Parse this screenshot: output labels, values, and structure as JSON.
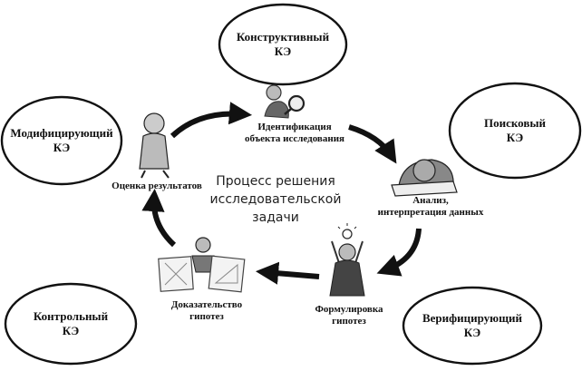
{
  "center_title": "Процесс решения\nисследовательской\nзадачи",
  "roles": {
    "constructive": "Конструктивный\nКЭ",
    "search": "Поисковый\nКЭ",
    "modifying": "Модифицирующий\nКЭ",
    "control": "Контрольный\nКЭ",
    "verifying": "Верифицирующий\nКЭ"
  },
  "steps": {
    "identification": "Идентификация\nобъекта исследования",
    "analysis": "Анализ,\nинтерпретация данных",
    "hypothesis_formulation": "Формулировка\nгипотез",
    "hypothesis_proof": "Доказательство\nгипотез",
    "results_evaluation": "Оценка результатов"
  },
  "icons": [
    "magnifier-figure-icon",
    "reading-figure-icon",
    "idea-figure-icon",
    "proof-figure-icon",
    "thinking-figure-icon"
  ],
  "colors": {
    "stroke": "#111111",
    "fill": "#ffffff",
    "figure": "#555555"
  }
}
